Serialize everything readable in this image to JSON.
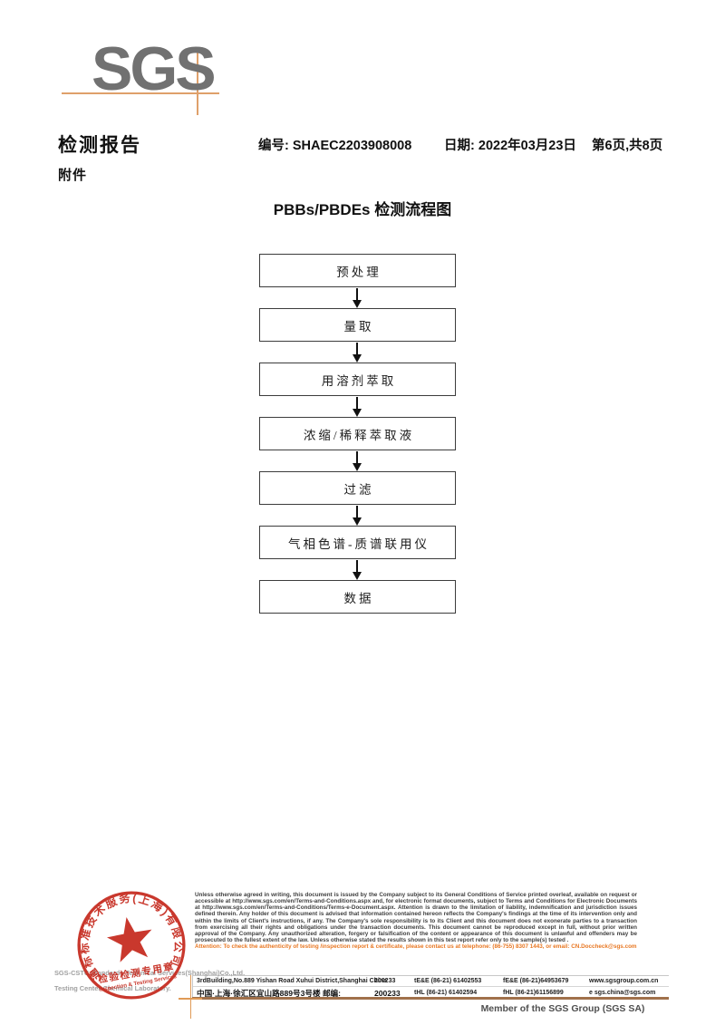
{
  "brand": {
    "logo": "SGS",
    "member": "Member of the SGS Group (SGS SA)"
  },
  "header": {
    "report_title": "检测报告",
    "no_label": "编号:",
    "report_no": "SHAEC2203908008",
    "date_label": "日期:",
    "date": "2022年03月23日",
    "page_info": "第6页,共8页",
    "attachment_label": "附件"
  },
  "flowchart": {
    "title": "PBBs/PBDEs 检测流程图",
    "steps": [
      "预处理",
      "量取",
      "用溶剂萃取",
      "浓缩/稀释萃取液",
      "过滤",
      "气相色谱-质谱联用仪",
      "数据"
    ]
  },
  "stamp": {
    "arc_text": "通标标准技术服务(上海)有限公司",
    "seal_line1": "检验检测专用章",
    "seal_line2": "Inspection & Testing Services"
  },
  "company": {
    "line1": "SGS-CSTC Standards Technical Services(Shanghai)Co.,Ltd.",
    "line2": "Testing Center-Chemical Laboratory."
  },
  "legal": {
    "paragraph": "Unless otherwise agreed in writing, this document is issued by the Company subject to its General Conditions of Service printed overleaf, available on request or accessible at http://www.sgs.com/en/Terms-and-Conditions.aspx and, for electronic format documents, subject to Terms and Conditions for Electronic Documents at http://www.sgs.com/en/Terms-and-Conditions/Terms-e-Document.aspx. Attention is drawn to the limitation of liability, indemnification and jurisdiction issues defined therein. Any holder of this document is advised that information contained hereon reflects the Company's findings at the time of its intervention only and within the limits of Client's instructions, if any. The Company's sole responsibility is to its Client and this document does not exonerate parties to a transaction from exercising all their rights and obligations under the transaction documents. This document cannot be reproduced except in full, without prior written approval of the Company. Any unauthorized alteration, forgery or falsification of the content or appearance of this document is unlawful and offenders may be prosecuted to the fullest extent of the law. Unless otherwise stated the results shown in this test report refer only to the sample(s) tested .",
    "attention": "Attention: To check the authenticity of testing /inspection report & certificate, please contact us at telephone: (86-755) 8307 1443, or email: CN.Doccheck@sgs.com"
  },
  "address": {
    "en": {
      "addr": "3rdBuilding,No.889 Yishan Road Xuhui District,Shanghai China",
      "post": "200233",
      "tel": "tE&E (86-21) 61402553",
      "fax": "fE&E (86-21)64953679",
      "web": "www.sgsgroup.com.cn"
    },
    "cn": {
      "addr": "中国·上海·徐汇区宜山路889号3号楼  邮编:",
      "post": "200233",
      "tel": "tHL (86-21) 61402594",
      "fax": "fHL (86-21)61156899",
      "web": "e  sgs.china@sgs.com"
    }
  }
}
